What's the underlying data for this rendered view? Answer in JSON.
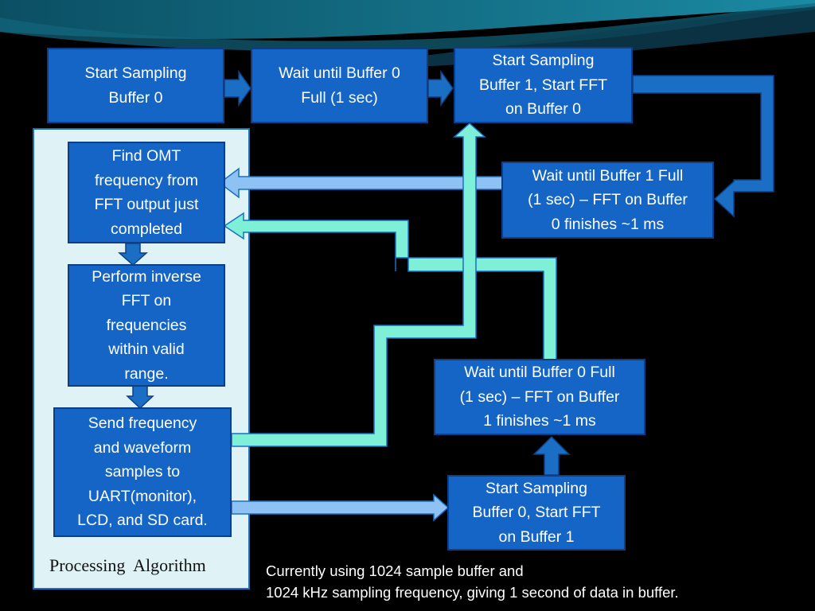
{
  "diagram": {
    "panel_label": "Processing  Algorithm",
    "footnote": "Currently using 1024 sample buffer and\n1024 kHz sampling frequency, giving 1 second of data in buffer.",
    "steps": {
      "start_sampling_buffer_0": "Start Sampling\nBuffer 0",
      "wait_buffer_0_full": "Wait until Buffer 0\nFull  (1 sec)",
      "start_sampling_buffer_1_fft_0": "Start Sampling\nBuffer 1, Start FFT\non Buffer 0",
      "wait_buffer_1_full": "Wait until Buffer 1 Full\n(1 sec) – FFT on Buffer\n0 finishes ~1 ms",
      "find_omt_frequency": "Find OMT\nfrequency from\nFFT output just\ncompleted",
      "perform_inverse_fft": "Perform inverse\nFFT on\nfrequencies\nwithin valid\nrange.",
      "send_frequency_waveform": "Send frequency\nand waveform\nsamples to\nUART(monitor),\nLCD, and SD card.",
      "wait_buffer_0_full_fft_1": "Wait until Buffer 0 Full\n(1 sec) – FFT on Buffer\n1 finishes ~1 ms",
      "start_sampling_buffer_0_fft_1": "Start Sampling\nBuffer 0, Start FFT\non Buffer 1"
    }
  },
  "colors": {
    "background": "#000000",
    "box_fill": "#1565c6",
    "box_border": "#0e3f86",
    "panel_fill": "#dff3f6",
    "arrow_blue": "#1a6fc4",
    "arrow_light_blue": "#8ec2f4",
    "arrow_mint": "#7ff0d8"
  }
}
